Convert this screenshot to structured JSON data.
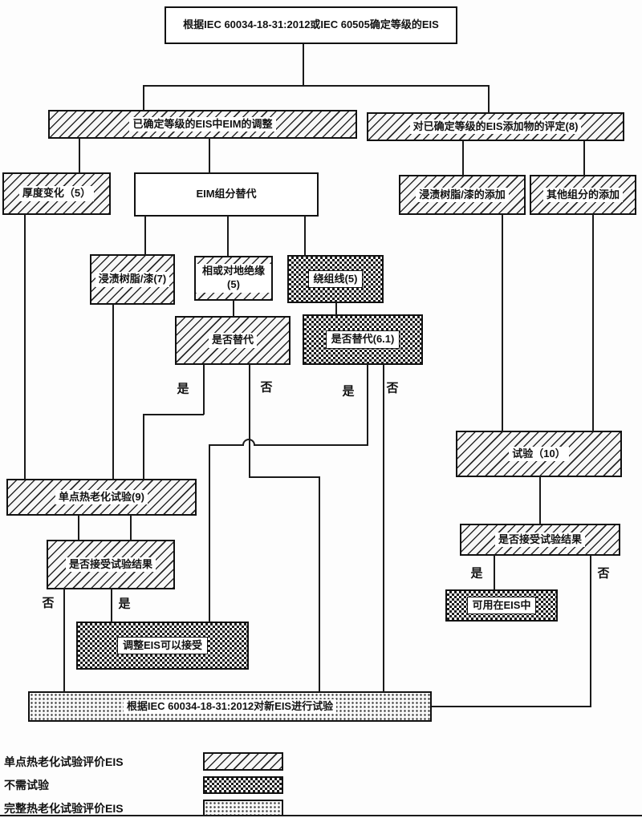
{
  "nodes": {
    "root": "根据IEC 60034-18-31:2012或IEC 60505确定等级的EIS",
    "eim_adjustment": "已确定等级的EIS中EIM的调整",
    "additive_evaluation": "对已确定等级的EIS添加物的评定(8)",
    "thickness_change": "厚度变化（5）",
    "eim_component_substitution": "EIM组分替代",
    "resin_varnish_addition": "浸渍树脂/漆的添加",
    "other_component_addition": "其他组分的添加",
    "impregnating_resin_varnish": "浸渍树脂/漆(7)",
    "phase_or_ground_insulation": "相或对地绝缘(5)",
    "winding_wire": "绕组线(5)",
    "substitute_question": "是否替代",
    "substitute_question_61": "是否替代(6.1)",
    "test_10": "试验（10）",
    "single_point_aging_test": "单点热老化试验(9)",
    "accept_result_left": "是否接受试验结果",
    "adjustment_acceptable": "调整EIS可以接受",
    "accept_result_right": "是否接受试验结果",
    "usable_in_eis": "可用在EIS中",
    "new_eis_test": "根据IEC 60034-18-31:2012对新EIS进行试验"
  },
  "edge_labels": {
    "yes": "是",
    "no": "否"
  },
  "legend": {
    "items": [
      {
        "label": "单点热老化试验评价EIS",
        "pattern": "hatch"
      },
      {
        "label": "不需试验",
        "pattern": "checker"
      },
      {
        "label": "完整热老化试验评价EIS",
        "pattern": "dots"
      }
    ]
  },
  "colors": {
    "line": "#1a1a1a",
    "box_border": "#111111",
    "background": "#fdfdfd"
  }
}
